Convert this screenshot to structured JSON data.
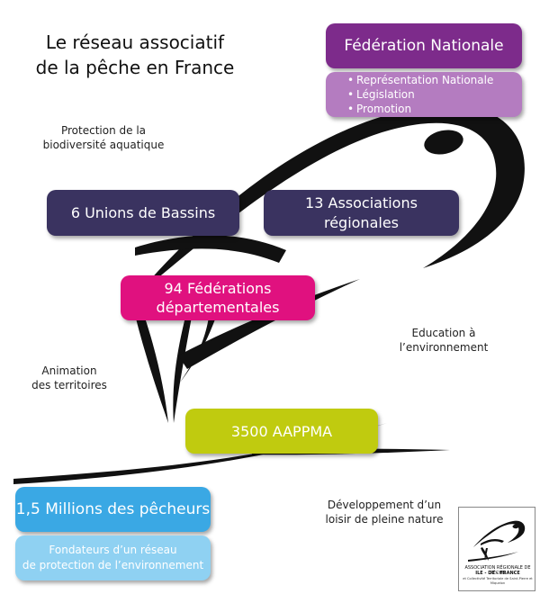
{
  "title": {
    "line1": "Le réseau associatif",
    "line2": "de la pêche en France"
  },
  "notes": {
    "protection": {
      "line1": "Protection de la",
      "line2": "biodiversité aquatique"
    },
    "education": {
      "line1": "Education à",
      "line2": "l’environnement"
    },
    "animation": {
      "line1": "Animation",
      "line2": "des territoires"
    },
    "developpement": {
      "line1": "Développement d’un",
      "line2": "loisir de pleine nature"
    }
  },
  "federation_nationale": {
    "label": "Fédération Nationale",
    "items": [
      "Représentation Nationale",
      "Législation",
      "Promotion"
    ]
  },
  "unions": {
    "label": "6 Unions de Bassins"
  },
  "associations": {
    "line1": "13 Associations",
    "line2": "régionales"
  },
  "federations": {
    "line1": "94 Fédérations",
    "line2": "départementales"
  },
  "aappma": {
    "label": "3500 AAPPMA"
  },
  "pecheurs": {
    "label": "1,5 Millions des pêcheurs"
  },
  "fondateurs": {
    "line1": "Fondateurs d’un réseau",
    "line2": "de protection de l’environnement"
  },
  "logo": {
    "line1": "ASSOCIATION RÉGIONALE DE PÊCHE",
    "line2": "ILE - DE - FRANCE",
    "line3": "et Collectivité Territoriale de Saint-Pierre et Miquelon"
  },
  "colors": {
    "federation_nationale": "#7d2b8b",
    "federation_nationale_list": "#b47cc0",
    "unions": "#3a3360",
    "associations": "#3a3360",
    "federations": "#e0117f",
    "aappma": "#c0cb0f",
    "pecheurs": "#3aa8e4",
    "fondateurs": "#8fd1f2",
    "fish": "#111111"
  }
}
